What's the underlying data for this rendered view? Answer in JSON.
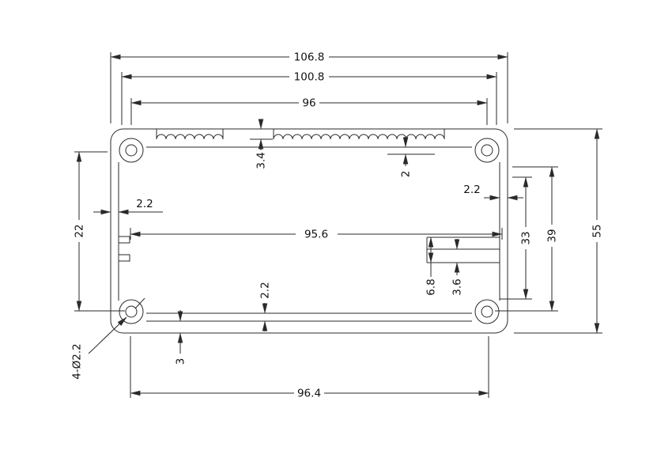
{
  "style": {
    "background": "#ffffff",
    "line_color": "#2a2a2a",
    "text_color": "#111111"
  },
  "drawing": {
    "kind": "extrusion-profile-cross-section",
    "dimensions": {
      "overall_width": "106.8",
      "flange_width": "100.8",
      "top_face_width": "96",
      "serration_depth": "3.4",
      "top_rib": "2",
      "left_wall_thickness": "2.2",
      "right_wall_thickness": "2.2",
      "inner_width": "95.6",
      "left_span": "22",
      "right_inner_span": "33",
      "right_span": "39",
      "overall_height": "55",
      "clip_outer_height": "6.8",
      "clip_inner_height": "3.6",
      "bottom_rib": "2.2",
      "bottom_wall_thickness": "3",
      "bottom_width": "96.4",
      "corner_holes": "4-Ø2.2"
    }
  }
}
